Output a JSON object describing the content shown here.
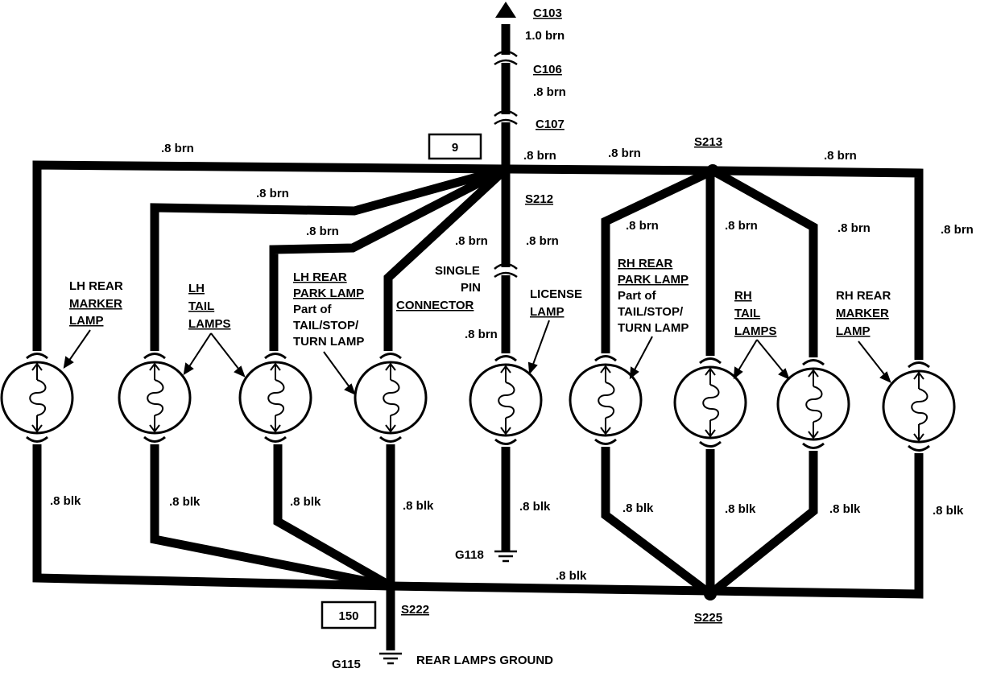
{
  "connectors": {
    "c103": "C103",
    "c106": "C106",
    "c107": "C107",
    "single_pin": [
      "SINGLE",
      "PIN",
      "CONNECTOR"
    ]
  },
  "splices": {
    "s212": "S212",
    "s213": "S213",
    "s222": "S222",
    "s225": "S225"
  },
  "grounds": {
    "g118": "G118",
    "g115": "G115",
    "g115_desc": "REAR LAMPS GROUND"
  },
  "boxes": {
    "box_9": "9",
    "box_150": "150"
  },
  "wires": {
    "w_1_0_brn": "1.0 brn",
    "w_8_brn": ".8 brn",
    "w_8_blk": ".8 blk"
  },
  "lamps": {
    "lh_marker": [
      "LH REAR",
      "MARKER",
      "LAMP"
    ],
    "lh_tail": [
      "LH",
      "TAIL",
      "LAMPS"
    ],
    "lh_park": [
      "LH REAR",
      "PARK LAMP",
      "Part of",
      "TAIL/STOP/",
      "TURN LAMP"
    ],
    "license": [
      "LICENSE",
      "LAMP"
    ],
    "rh_park": [
      "RH REAR",
      "PARK LAMP",
      "Part of",
      "TAIL/STOP/",
      "TURN LAMP"
    ],
    "rh_tail": [
      "RH",
      "TAIL",
      "LAMPS"
    ],
    "rh_marker": [
      "RH REAR",
      "MARKER",
      "LAMP"
    ]
  }
}
